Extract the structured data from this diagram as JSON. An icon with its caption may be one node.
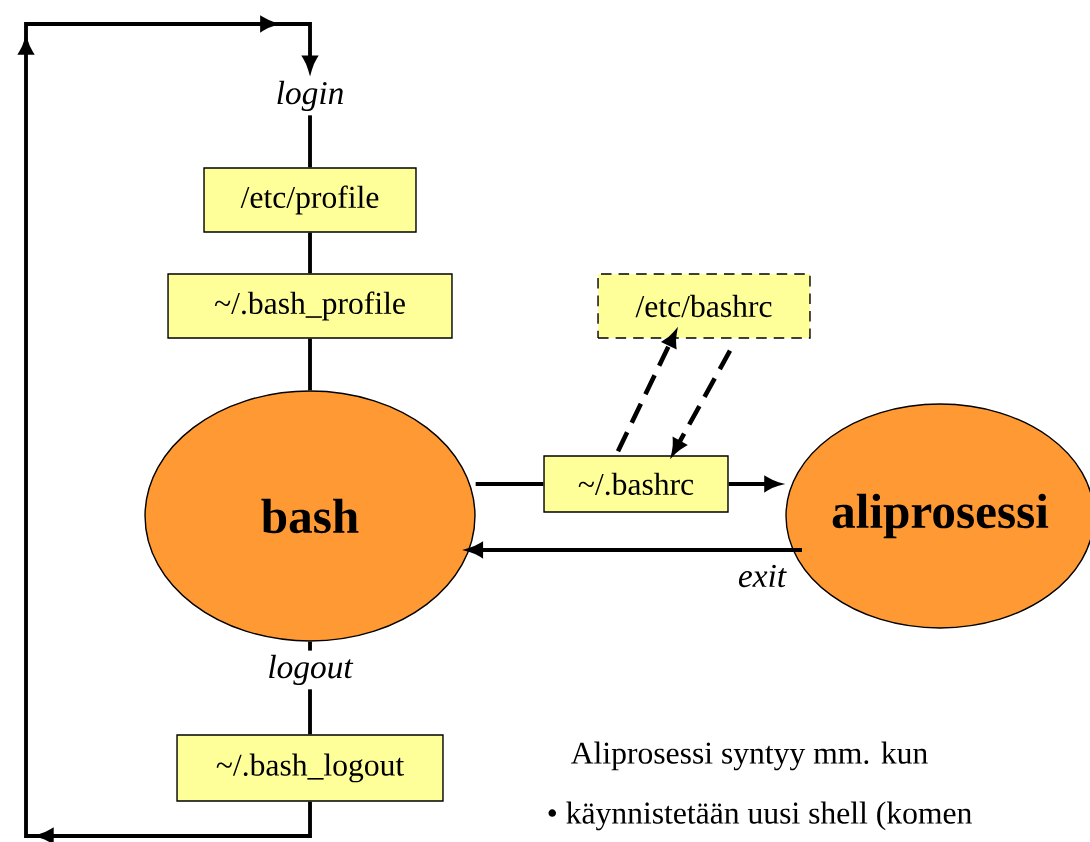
{
  "diagram": {
    "nodes": [
      {
        "text": [
          "login"
        ]
      },
      {
        "text": [
          "/etc/profile"
        ]
      },
      {
        "text": [
          "~/.bash_profile"
        ]
      },
      {
        "text": [
          "bash"
        ]
      },
      {
        "text": [
          "~/.bashrc"
        ]
      },
      {
        "text": [
          "/etc/bashrc"
        ]
      },
      {
        "text": [
          "aliprosessi"
        ]
      },
      {
        "text": [
          "logout"
        ]
      },
      {
        "text": [
          "~/.bash_logout"
        ]
      }
    ],
    "edges": [
      {
        "from": 0,
        "to": 1,
        "arrow": "none"
      },
      {
        "from": 1,
        "to": 2,
        "arrow": "none"
      },
      {
        "from": 2,
        "to": 3,
        "arrow": "none"
      },
      {
        "from": 3,
        "to": 4,
        "arrow": "none"
      },
      {
        "from": 4,
        "to": 6,
        "arrow": "to"
      },
      {
        "from": 4,
        "to": 5,
        "arrow": "to",
        "style": "dashed"
      },
      {
        "from": 5,
        "to": 4,
        "arrow": "to",
        "style": "dashed"
      },
      {
        "from": 6,
        "to": 3,
        "arrow": "to",
        "label": "exit"
      },
      {
        "from": 3,
        "to": 7,
        "arrow": "none"
      },
      {
        "from": 7,
        "to": 8,
        "arrow": "none"
      },
      {
        "from": 8,
        "to": 0,
        "arrow": "to"
      }
    ],
    "labels": [
      "Aliprosessi syntyy mm. kun",
      "• käynnistetään uusi shell (komen"
    ]
  }
}
